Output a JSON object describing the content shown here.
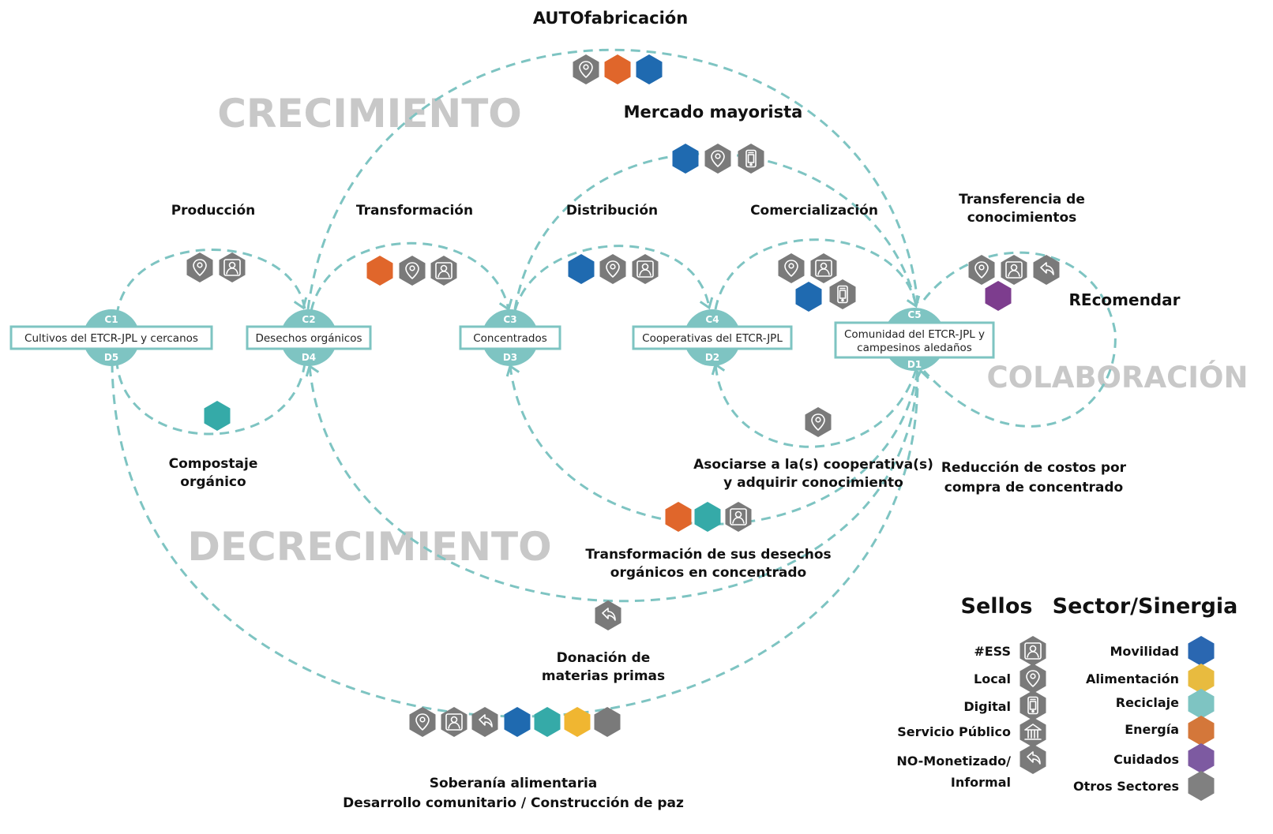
{
  "colors": {
    "dash": "#7ec4c2",
    "gray": "#7a7a7a",
    "orange": "#e0662b",
    "blue": "#1f6ab0",
    "teal": "#35aaa8",
    "yellow": "#f0b631",
    "purple": "#7d3d8e",
    "legend_mobility": "#2a67b1",
    "legend_food": "#e8bb3f",
    "legend_recycle": "#7ec4c2",
    "legend_energy": "#d4773a",
    "legend_care": "#7d5aa1",
    "legend_other": "#808080"
  },
  "big_labels": {
    "growth": "CRECIMIENTO",
    "degrowth": "DECRECIMIENTO",
    "collab": "COLABORACIÓN"
  },
  "titles": {
    "autofab": "AUTOfabricación",
    "mercado": "Mercado mayorista",
    "produccion": "Producción",
    "transformacion": "Transformación",
    "distribucion": "Distribución",
    "comercializacion": "Comercialización",
    "transferencia_l1": "Transferencia de",
    "transferencia_l2": "conocimientos",
    "recomendar": "REcomendar",
    "compost_l1": "Compostaje",
    "compost_l2": "orgánico",
    "asociarse_l1": "Asociarse a la(s) cooperativa(s)",
    "asociarse_l2": "y adquirir conocimiento",
    "reduccion_l1": "Reducción de costos por",
    "reduccion_l2": "compra de concentrado",
    "transf_desechos_l1": "Transformación de sus desechos",
    "transf_desechos_l2": "orgánicos en concentrado",
    "donacion_l1": "Donación de",
    "donacion_l2": "materias primas",
    "soberania_l1": "Soberanía alimentaria",
    "soberania_l2": "Desarrollo comunitario / Construcción de paz"
  },
  "boxes": {
    "b1": "Cultivos del ETCR-JPL y cercanos",
    "b2": "Desechos orgánicos",
    "b3": "Concentrados",
    "b4": "Cooperativas del ETCR-JPL",
    "b5_l1": "Comunidad del ETCR-JPL y",
    "b5_l2": "campesinos aledaños"
  },
  "nodes": {
    "c1": "C1",
    "d5": "D5",
    "c2": "C2",
    "d4": "D4",
    "c3": "C3",
    "d3": "D3",
    "c4": "C4",
    "d2": "D2",
    "c5": "C5",
    "d1": "D1"
  },
  "legend": {
    "sellos_title": "Sellos",
    "sector_title": "Sector/Sinergia",
    "ess": "#ESS",
    "local": "Local",
    "digital": "Digital",
    "servicio": "Servicio Público",
    "nomon_l1": "NO-Monetizado/",
    "nomon_l2": "Informal",
    "movilidad": "Movilidad",
    "alimentacion": "Alimentación",
    "reciclaje": "Reciclaje",
    "energia": "Energía",
    "cuidados": "Cuidados",
    "otros": "Otros Sectores"
  },
  "icon_sets": {
    "autofab": [
      "location-icon",
      "energy",
      "mobility"
    ],
    "mercado": [
      "mobility",
      "location-icon",
      "phone-icon"
    ],
    "produccion": [
      "location-icon",
      "person-icon"
    ],
    "transformacion": [
      "energy",
      "location-icon",
      "person-icon"
    ],
    "distribucion": [
      "mobility",
      "location-icon",
      "person-icon"
    ],
    "comercializacion": [
      "location-icon",
      "person-icon",
      "mobility",
      "phone-icon"
    ],
    "transferencia": [
      "location-icon",
      "person-icon",
      "share-icon",
      "care"
    ],
    "compost": [
      "recycling"
    ],
    "asociarse": [
      "location-icon"
    ],
    "transf_desechos": [
      "energy",
      "recycling",
      "person-icon"
    ],
    "donacion": [
      "share-icon"
    ],
    "soberania": [
      "location-icon",
      "person-icon",
      "share-icon",
      "mobility",
      "recycling",
      "food",
      "other"
    ]
  }
}
